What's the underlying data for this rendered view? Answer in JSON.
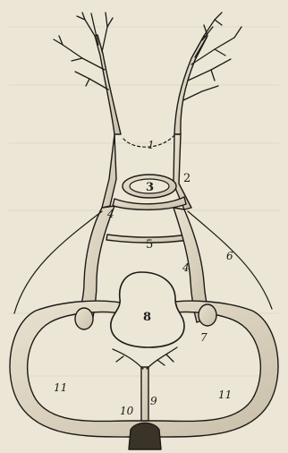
{
  "figure": {
    "labels": {
      "l1": "1",
      "l2": "2",
      "l3": "3",
      "l4a": "4",
      "l4b": "4",
      "l5": "5",
      "l6": "6",
      "l7": "7",
      "l8": "8",
      "l9": "9",
      "l10": "10",
      "l11a": "11",
      "l11b": "11"
    },
    "colors": {
      "paper": "#ece6d6",
      "ink": "#1c1a16",
      "vessel_fill": "#d9d2c0"
    }
  }
}
